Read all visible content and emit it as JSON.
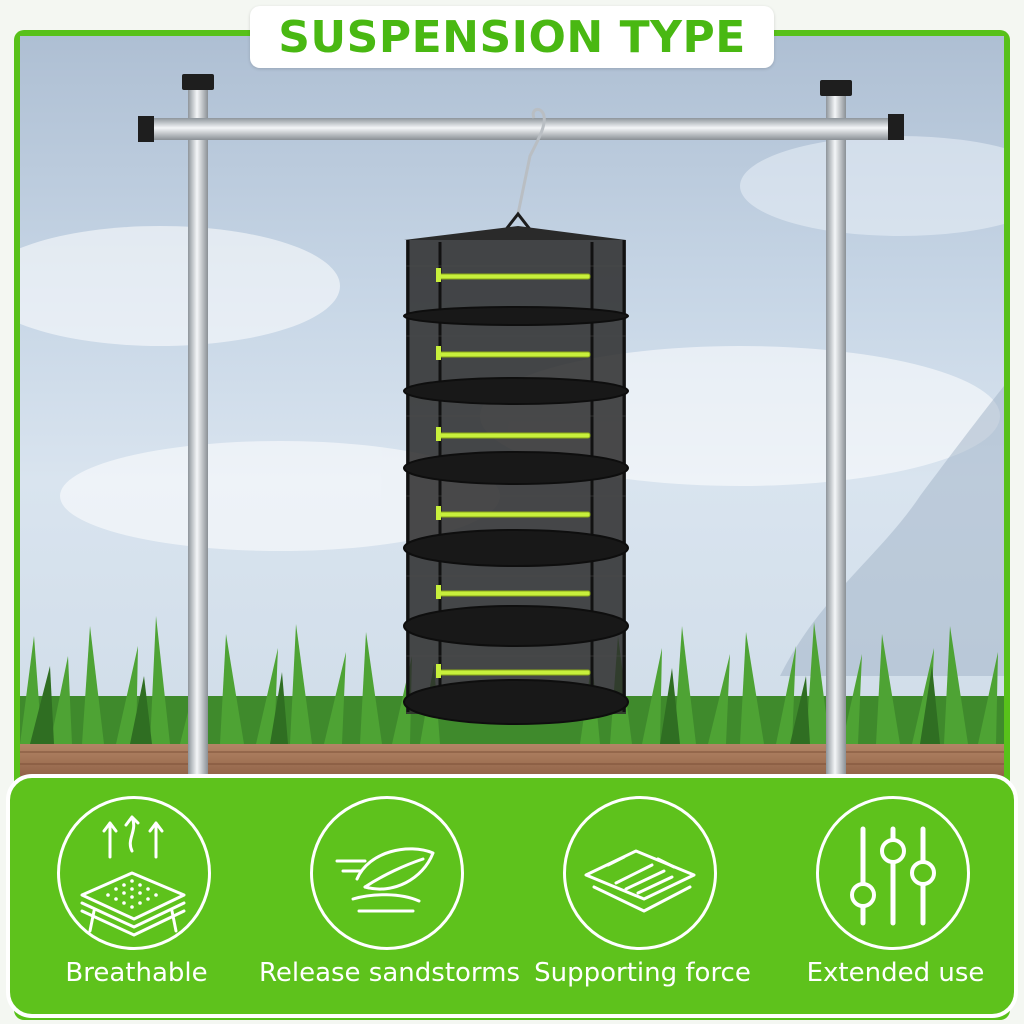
{
  "banner": {
    "title": "SUSPENSION TYPE"
  },
  "product": {
    "name": "hanging-mesh-drying-rack",
    "layers": 6,
    "zipper_color": "#c8f03c"
  },
  "colors": {
    "brand_green": "#58c11a",
    "panel_green": "#5ec21c",
    "title_green": "#49b812",
    "mesh_black": "#1c1c1c"
  },
  "features": [
    {
      "icon": "breathable-mesh-icon",
      "label": "Breathable"
    },
    {
      "icon": "leaf-wind-icon",
      "label": "Release sandstorms"
    },
    {
      "icon": "layered-sheets-icon",
      "label": "Supporting force"
    },
    {
      "icon": "sliders-icon",
      "label": "Extended use"
    }
  ]
}
